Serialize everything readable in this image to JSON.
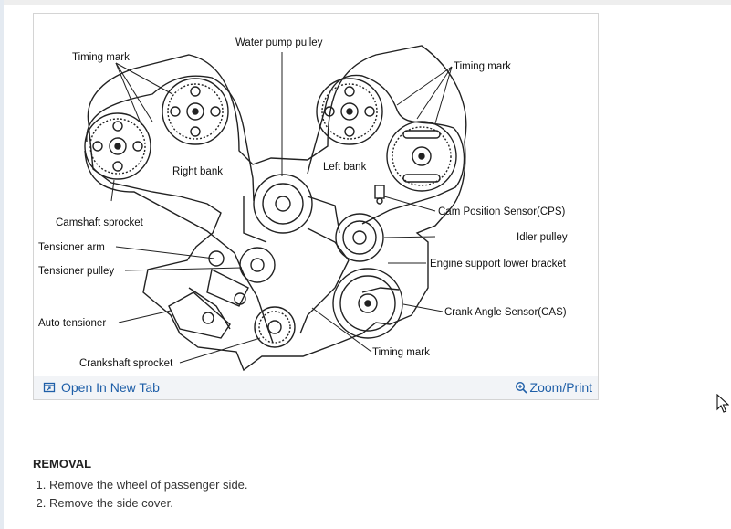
{
  "figure": {
    "labels": {
      "water_pump_pulley": "Water pump pulley",
      "timing_mark_left": "Timing mark",
      "timing_mark_right": "Timing mark",
      "right_bank": "Right bank",
      "left_bank": "Left bank",
      "camshaft_sprocket": "Camshaft sprocket",
      "cam_position_sensor": "Cam Position Sensor(CPS)",
      "tensioner_arm": "Tensioner arm",
      "idler_pulley": "Idler pulley",
      "tensioner_pulley": "Tensioner pulley",
      "engine_support_bracket": "Engine support lower bracket",
      "crank_angle_sensor": "Crank Angle Sensor(CAS)",
      "auto_tensioner": "Auto tensioner",
      "timing_mark_bottom": "Timing mark",
      "crankshaft_sprocket": "Crankshaft sprocket"
    },
    "open_label": "Open In New Tab",
    "zoom_label": "Zoom/Print"
  },
  "section": {
    "title": "REMOVAL",
    "steps": [
      "Remove the wheel of passenger side.",
      "Remove the side cover."
    ]
  },
  "icons": {
    "open": "open-in-new-tab-icon",
    "zoom": "zoom-icon",
    "cursor": "mouse-pointer-icon"
  },
  "colors": {
    "link": "#1f5fa8",
    "bar": "#f2f4f7"
  }
}
